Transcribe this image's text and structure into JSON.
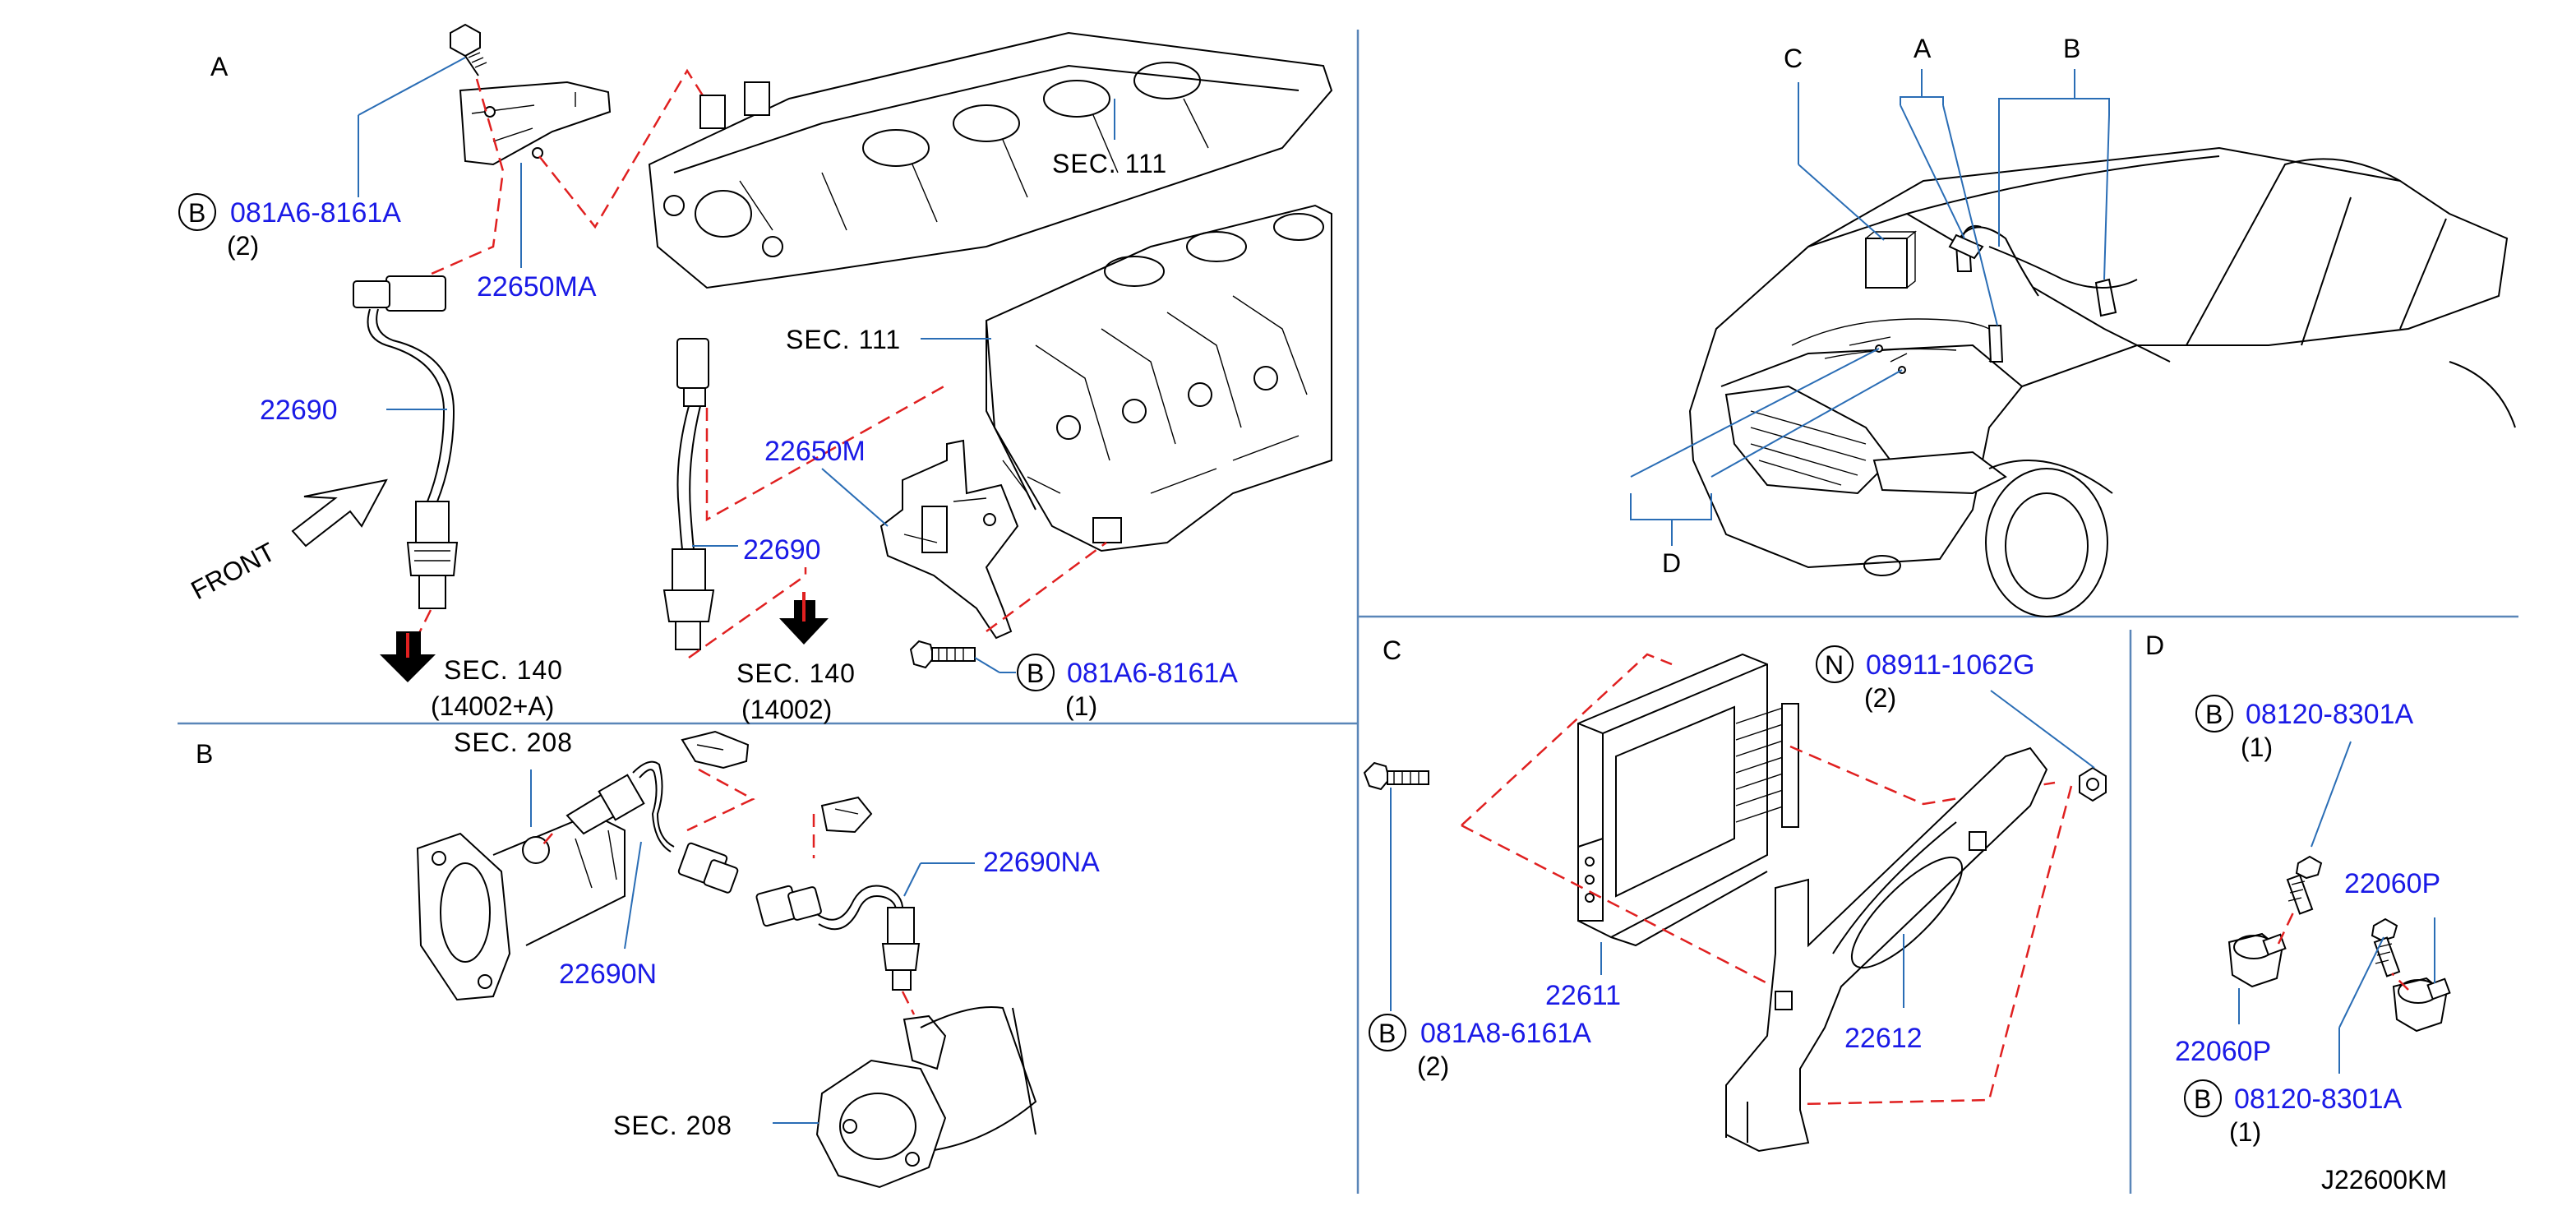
{
  "sections": {
    "a": "A",
    "b": "B",
    "c": "C",
    "d": "D"
  },
  "parts": {
    "bolt_a_top": {
      "badge": "B",
      "number": "081A6-8161A",
      "qty": "(2)"
    },
    "bracket_a_top": "22650MA",
    "sensor_a_left": "22690",
    "bracket_a_mid": "22650M",
    "sensor_a_mid": "22690",
    "bolt_a_bottom": {
      "badge": "B",
      "number": "081A6-8161A",
      "qty": "(1)"
    },
    "sensor_b_left": "22690N",
    "sensor_b_right": "22690NA",
    "ecm": "22611",
    "ecm_bracket": "22612",
    "nut_c": {
      "badge": "N",
      "number": "08911-1062G",
      "qty": "(2)"
    },
    "bolt_c": {
      "badge": "B",
      "number": "081A8-6161A",
      "qty": "(2)"
    },
    "bolt_d_top": {
      "badge": "B",
      "number": "08120-8301A",
      "qty": "(1)"
    },
    "knock_sensor_top": "22060P",
    "knock_sensor_left": "22060P",
    "bolt_d_bottom": {
      "badge": "B",
      "number": "08120-8301A",
      "qty": "(1)"
    }
  },
  "references": {
    "sec111_top": "SEC.  111",
    "sec111_mid": "SEC.  111",
    "sec140_left": "SEC.  140",
    "sec140_left_sub": "(14002+A)",
    "sec140_right": "SEC.  140",
    "sec140_right_sub": "(14002)",
    "sec208_top": "SEC.  208",
    "sec208_bottom": "SEC.  208"
  },
  "front_label": "FRONT",
  "vehicle_callouts": {
    "a": "A",
    "b": "B",
    "c": "C",
    "d": "D"
  },
  "diagram_code": "J22600KM",
  "colors": {
    "part_number": "#1a1ae6",
    "leader": "#2a6db5",
    "dashed": "#e02020",
    "divider": "#5a86b8"
  }
}
